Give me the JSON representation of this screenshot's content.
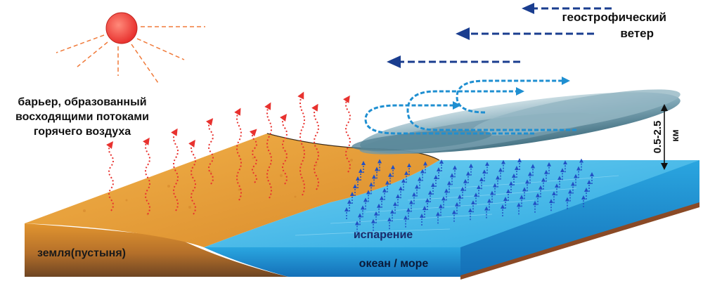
{
  "labels": {
    "geostrophic_line1": "геострофический",
    "geostrophic_line2": "ветер",
    "barrier_line1": "барьер, образованный",
    "barrier_line2": "восходящими потоками",
    "barrier_line3": "горячего воздуха",
    "evaporation": "испарение",
    "land": "земля(пустыня)",
    "ocean": "океан / море",
    "height_value": "0.5-2.5",
    "height_unit": "км"
  },
  "icons": {
    "sun": "sun-icon",
    "wind": "wind-arrow-icon",
    "heat": "rising-heat-arrow-icon",
    "vapor": "evaporation-arrow-icon"
  },
  "colors": {
    "sun": "#e8322f",
    "sun_rays": "#f07a3a",
    "sand": "#e7a335",
    "sand_dark": "#c9741f",
    "soil": "#8a5a2b",
    "ocean_top": "#3db5e6",
    "ocean_side": "#1f86c9",
    "wind_dark": "#1a3d8f",
    "wind_light": "#1f8fd1",
    "heat_arrow": "#e8322f",
    "vapor_arrow": "#2250c4",
    "cloud": "#5e8a9c"
  }
}
